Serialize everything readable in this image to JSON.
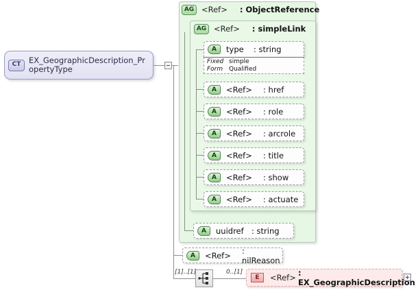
{
  "diagram": {
    "title": "EX_GeographicDescription_PropertyType",
    "root": {
      "badge": "CT",
      "label": "EX_GeographicDescription_PropertyType",
      "toggle": "collapse-toggle"
    },
    "groups": [
      {
        "badge": "AG",
        "ref": "<Ref>",
        "separator": ":",
        "type": "ObjectReference"
      },
      {
        "badge": "AG",
        "ref": "<Ref>",
        "separator": ":",
        "type": "simpleLink"
      }
    ],
    "attributes": [
      {
        "badge": "A",
        "name": "type",
        "separator": ": ",
        "type": "string",
        "kind": "named"
      },
      {
        "badge": "A",
        "name": "<Ref>",
        "separator": ": ",
        "type": "href",
        "kind": "ref"
      },
      {
        "badge": "A",
        "name": "<Ref>",
        "separator": ": ",
        "type": "role",
        "kind": "ref"
      },
      {
        "badge": "A",
        "name": "<Ref>",
        "separator": ": ",
        "type": "arcrole",
        "kind": "ref"
      },
      {
        "badge": "A",
        "name": "<Ref>",
        "separator": ": ",
        "type": "title",
        "kind": "ref"
      },
      {
        "badge": "A",
        "name": "<Ref>",
        "separator": ": ",
        "type": "show",
        "kind": "ref"
      },
      {
        "badge": "A",
        "name": "<Ref>",
        "separator": ": ",
        "type": "actuate",
        "kind": "ref"
      },
      {
        "badge": "A",
        "name": "uuidref",
        "separator": ": ",
        "type": "string",
        "kind": "named"
      },
      {
        "badge": "A",
        "name": "<Ref>",
        "separator": ": ",
        "type": "nilReason",
        "kind": "ref"
      }
    ],
    "type_properties": {
      "fixed_key": "Fixed",
      "fixed_value": "simple",
      "form_key": "Form",
      "form_value": "Qualified"
    },
    "content_model": {
      "left_cardinality": "[1]..[1]",
      "right_cardinality": "0..[1]",
      "compositor_icon": "sequence-compositor-icon"
    },
    "element": {
      "badge": "E",
      "ref": "<Ref>",
      "separator": ": ",
      "type": "EX_GeographicDescription",
      "toggle": "expand-toggle"
    },
    "colors": {
      "complex_type_fill": "#e2e2f2",
      "complex_type_border": "#9b9bc4",
      "attribute_group_fill": "#e3f6e1",
      "attribute_group_border": "#b9c9b9",
      "attribute_fill": "#fdfdfd",
      "element_fill": "#fdeaea",
      "element_border": "#e0a8a8",
      "connector": "#8c8c8c",
      "background": "#ffffff"
    }
  }
}
